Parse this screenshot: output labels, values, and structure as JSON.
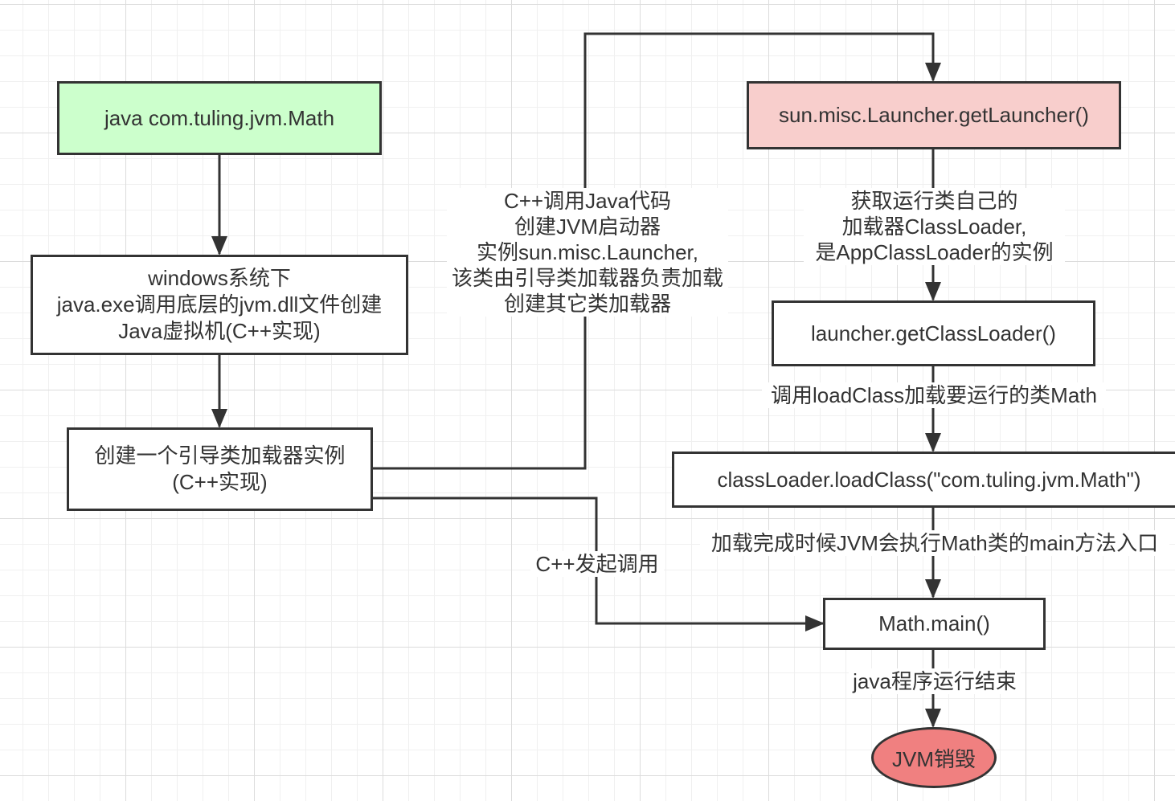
{
  "nodes": {
    "java_cmd": "java com.tuling.jvm.Math",
    "create_jvm": "windows系统下\njava.exe调用底层的jvm.dll文件创建\nJava虚拟机(C++实现)",
    "bootstrap": "创建一个引导类加载器实例\n(C++实现)",
    "get_launcher": "sun.misc.Launcher.getLauncher()",
    "get_class_loader": "launcher.getClassLoader()",
    "load_class": "classLoader.loadClass(\"com.tuling.jvm.Math\")",
    "math_main": "Math.main()",
    "jvm_destroy": "JVM销毁"
  },
  "labels": {
    "cpp_call_java": "C++调用Java代码\n创建JVM启动器\n实例sun.misc.Launcher,\n该类由引导类加载器负责加载\n创建其它类加载器",
    "get_loader_desc": "获取运行类自己的\n加载器ClassLoader,\n是AppClassLoader的实例",
    "call_load_class": "调用loadClass加载要运行的类Math",
    "load_done": "加载完成时候JVM会执行Math类的main方法入口",
    "cpp_invoke": "C++发起调用",
    "program_end": "java程序运行结束"
  },
  "colors": {
    "start_fill": "#ccffcc",
    "launcher_fill": "#f8cecc",
    "end_fill": "#f08080",
    "stroke": "#333333"
  }
}
